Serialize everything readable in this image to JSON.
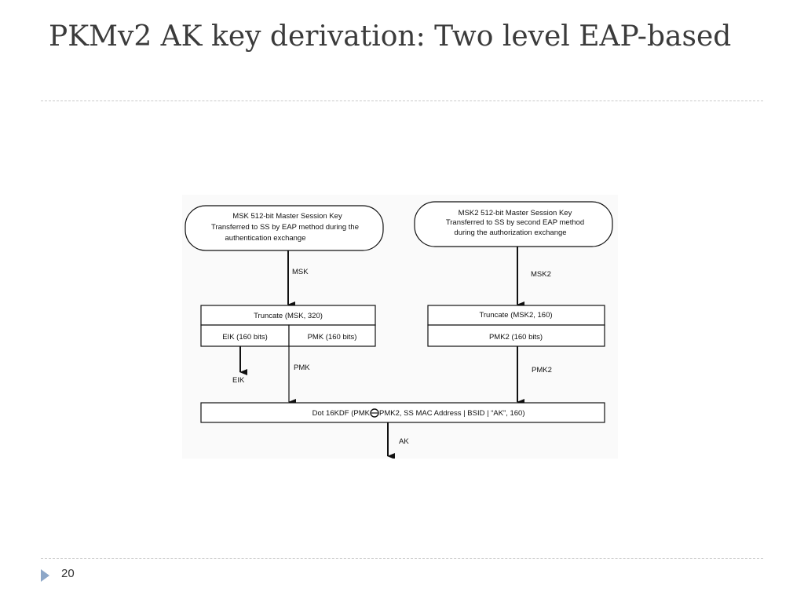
{
  "slide": {
    "title": "PKMv2 AK key derivation: Two level EAP-based",
    "page_number": "20"
  },
  "diagram": {
    "msk_box": {
      "line1": "MSK 512-bit Master Session Key",
      "line2": "Transferred to SS by EAP method during the",
      "line3": "authentication exchange"
    },
    "msk2_box": {
      "line1": "MSK2 512-bit Master Session Key",
      "line2": "Transferred to SS by second EAP method",
      "line3": "during the authorization exchange"
    },
    "arrow_msk": "MSK",
    "arrow_msk2": "MSK2",
    "truncate_msk": "Truncate (MSK, 320)",
    "eik_cell": "EIK (160 bits)",
    "pmk_cell": "PMK (160 bits)",
    "truncate_msk2": "Truncate (MSK2, 160)",
    "pmk2_cell": "PMK2 (160 bits)",
    "arrow_eik": "EIK",
    "arrow_pmk": "PMK",
    "arrow_pmk2": "PMK2",
    "kdf_left": "Dot 16KDF (PMK",
    "kdf_right": "PMK2, SS MAC Address | BSID | “AK”, 160)",
    "arrow_ak": "AK"
  }
}
